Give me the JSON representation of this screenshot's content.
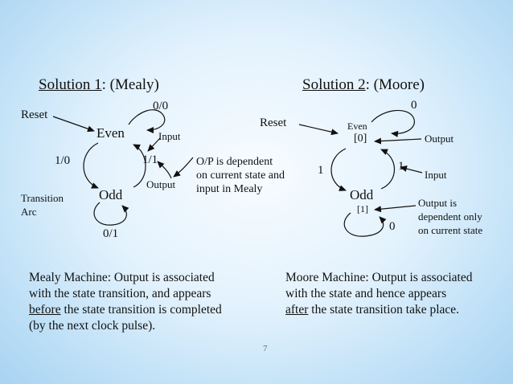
{
  "mealy": {
    "title_prefix": "Solution 1",
    "title_suffix": ": (Mealy)",
    "states": {
      "even": "Even",
      "odd": "Odd"
    },
    "labels": {
      "reset": "Reset",
      "loop_even": "0/0",
      "input": "Input",
      "even_to_odd": "1/0",
      "odd_to_even": "1/1",
      "output": "Output",
      "transition_line1": "Transition",
      "transition_line2": "Arc",
      "loop_odd": "0/1"
    },
    "note": [
      "O/P is dependent",
      "on current state and",
      "input in Mealy"
    ]
  },
  "moore": {
    "title_prefix": "Solution 2",
    "title_suffix": ": (Moore)",
    "states": {
      "even": "Even",
      "even_out": "[0]",
      "odd": "Odd",
      "odd_out": "[1]"
    },
    "labels": {
      "reset": "Reset",
      "loop_even": "0",
      "output": "Output",
      "left_arc": "1",
      "right_arc": "1",
      "input": "Input",
      "loop_odd": "0"
    },
    "note": [
      "Output is",
      "dependent only",
      "on current state"
    ]
  },
  "mealy_para": {
    "line1": "Mealy Machine: Output is associated",
    "line2": "with the state transition, and appears",
    "line3_u": "before",
    "line3_rest": " the state transition is completed",
    "line4": "(by the next clock pulse)."
  },
  "moore_para": {
    "line1": "Moore Machine: Output is associated",
    "line2": "with the state and hence appears",
    "line3_u": "after",
    "line3_rest": " the state transition take place."
  },
  "page_number": "7"
}
